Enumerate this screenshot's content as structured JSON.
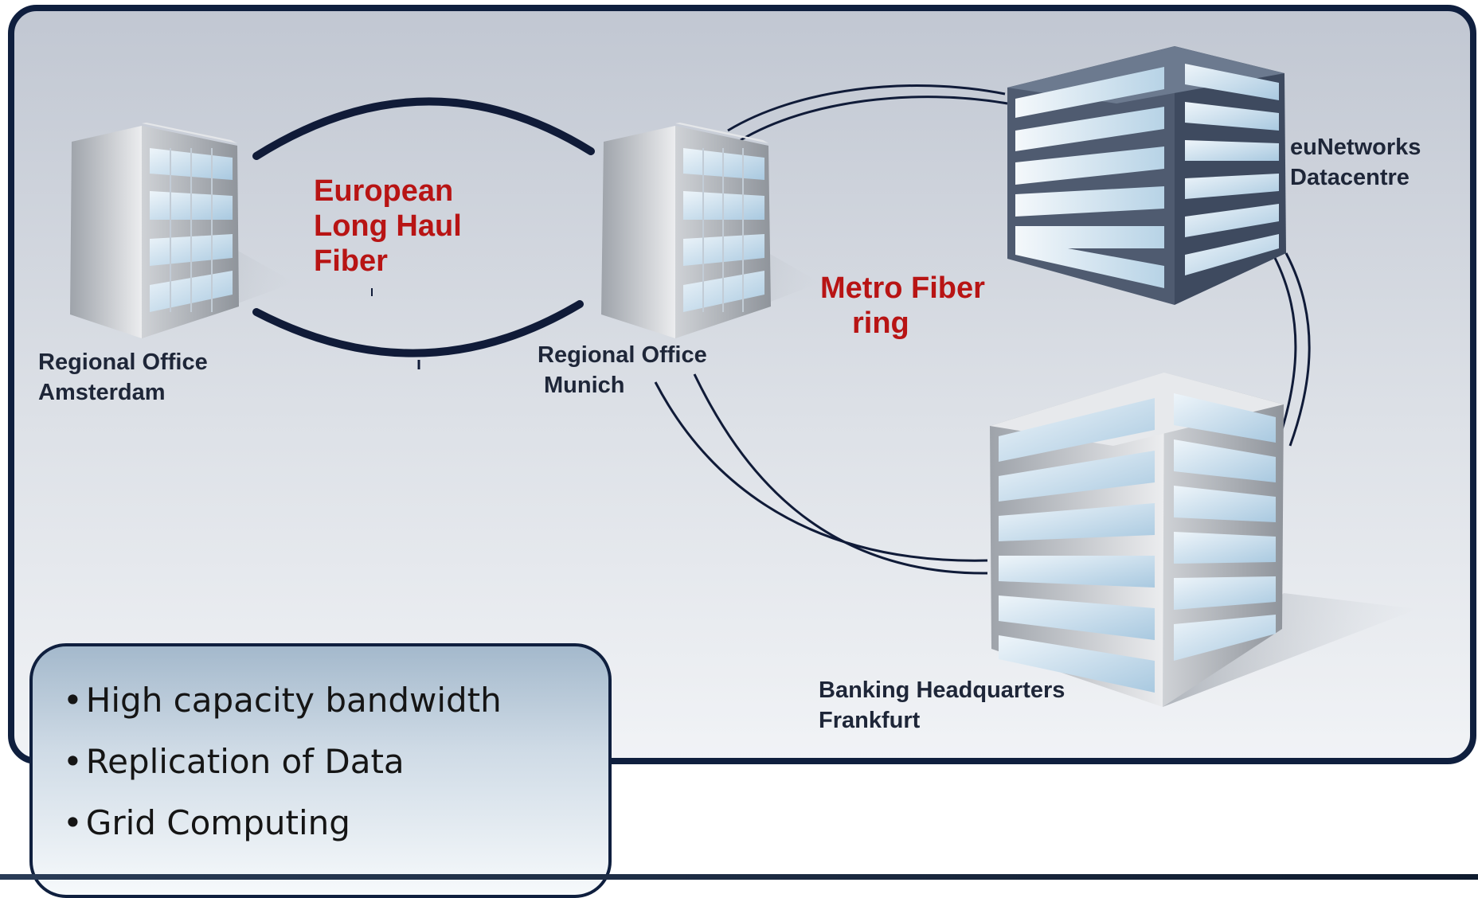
{
  "nodes": {
    "amsterdam": {
      "line1": "Regional Office",
      "line2": "Amsterdam"
    },
    "munich": {
      "line1": "Regional Office",
      "line2": "Munich"
    },
    "datacentre": {
      "line1": "euNetworks",
      "line2": "Datacentre"
    },
    "frankfurt": {
      "line1": "Banking Headquarters",
      "line2": "Frankfurt"
    }
  },
  "links": {
    "long_haul": {
      "line1": "European",
      "line2": "Long Haul",
      "line3": "Fiber"
    },
    "metro": {
      "line1": "Metro Fiber",
      "line2": "ring"
    }
  },
  "bullets": [
    "High capacity bandwidth",
    "Replication of Data",
    "Grid Computing"
  ],
  "colors": {
    "frame": "#0f1f3e",
    "link_label": "#b81414",
    "node_label": "#1e2638",
    "glass": "#cfe2f0"
  }
}
